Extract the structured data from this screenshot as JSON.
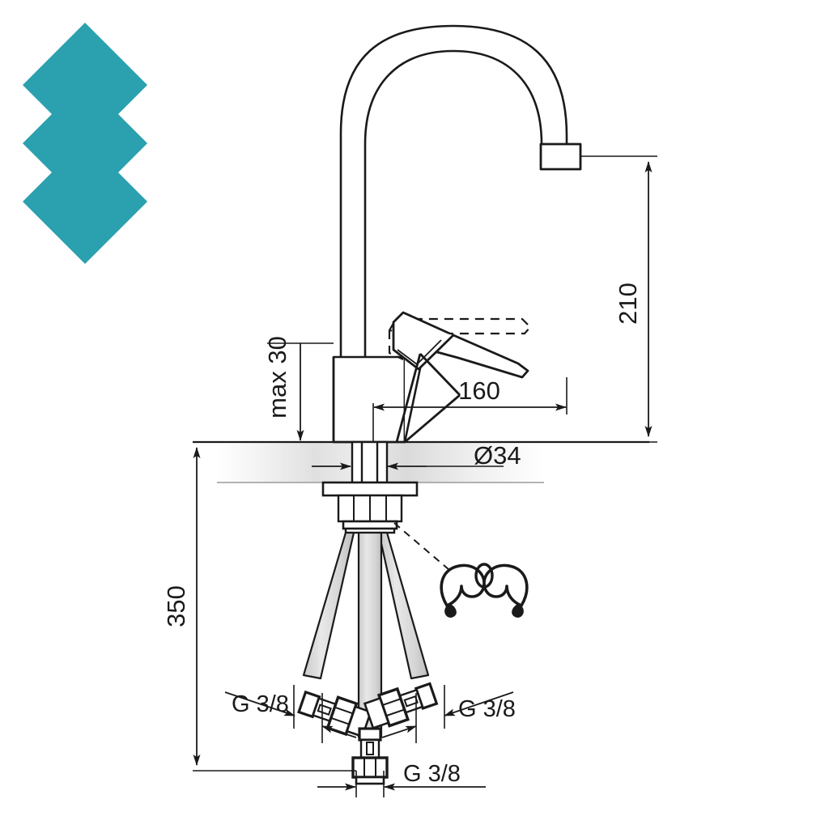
{
  "document": {
    "kind": "technical-dimension-drawing",
    "subject": "single-lever kitchen mixer tap",
    "background_color": "#ffffff",
    "line_color": "#1a1a1a"
  },
  "logo": {
    "name": "stacked-chevron-diamond-logo",
    "color": "#2ba0ae",
    "shapes": [
      "chevron",
      "chevron",
      "diamond"
    ]
  },
  "dimensions": {
    "spout_height": {
      "label": "210",
      "orientation": "vertical",
      "position": "right"
    },
    "spout_reach": {
      "label": "160",
      "orientation": "horizontal",
      "position": "center-right"
    },
    "counter_thickness": {
      "label": "max 30",
      "orientation": "vertical",
      "position": "left-of-body"
    },
    "base_diameter": {
      "label": "Ø34",
      "orientation": "horizontal",
      "position": "counter-level"
    },
    "hose_length": {
      "label": "350",
      "orientation": "vertical",
      "position": "far-left"
    },
    "thread_left": {
      "label": "G 3/8",
      "position": "lower-left-hose"
    },
    "thread_right": {
      "label": "G 3/8",
      "position": "lower-right-hose"
    },
    "thread_center": {
      "label": "G 3/8",
      "position": "bottom-center-hose"
    }
  },
  "parts": {
    "spout": "gooseneck-spout",
    "aerator": "aerator-outlet",
    "handle": "single-lever-handle",
    "handle_ghost": "lever-raised-phantom-position",
    "body": "mixer-body",
    "counter": "countertop-section",
    "shank": "threaded-shank",
    "clip": "c-retaining-clip",
    "hoses": [
      "flexible-hose-left",
      "flexible-hose-center",
      "flexible-hose-right"
    ]
  }
}
